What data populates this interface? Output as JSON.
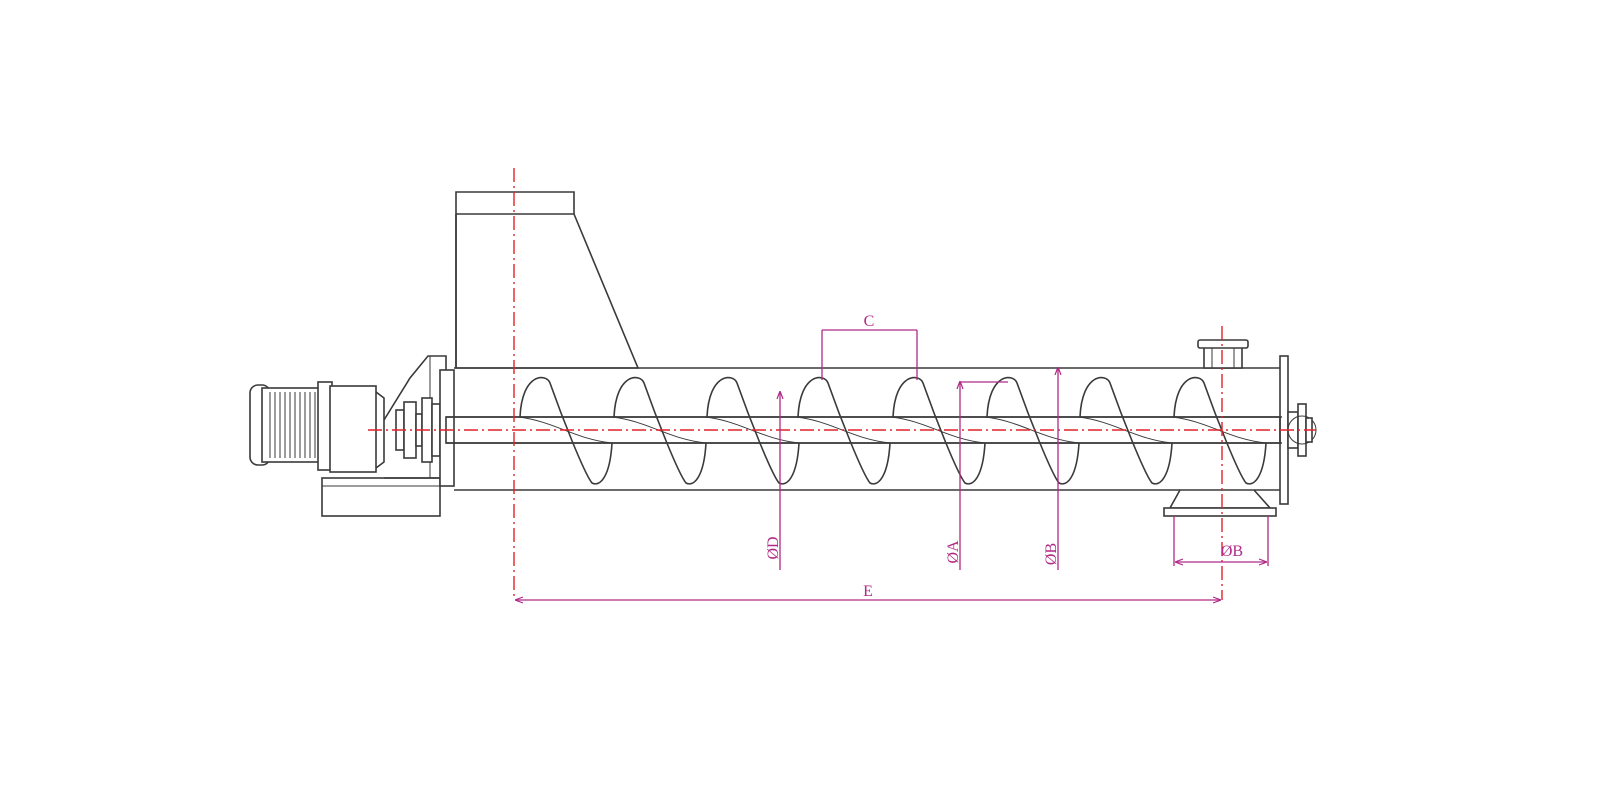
{
  "diagram": {
    "colors": {
      "outline": "#3a3a3a",
      "dimension": "#b02a86",
      "centerline": "#e2232a"
    },
    "labels": {
      "pitch": "C",
      "shaft_diameter": "ØD",
      "flight_inner_diameter": "ØA",
      "trough_diameter": "ØB",
      "outlet_diameter": "ØB",
      "length": "E"
    },
    "parts": [
      "motor",
      "gearbox",
      "bearing-flange",
      "inlet-hopper",
      "trough",
      "screw-flight",
      "shaft",
      "outlet-spout",
      "vent-nozzle",
      "end-bearing"
    ]
  }
}
